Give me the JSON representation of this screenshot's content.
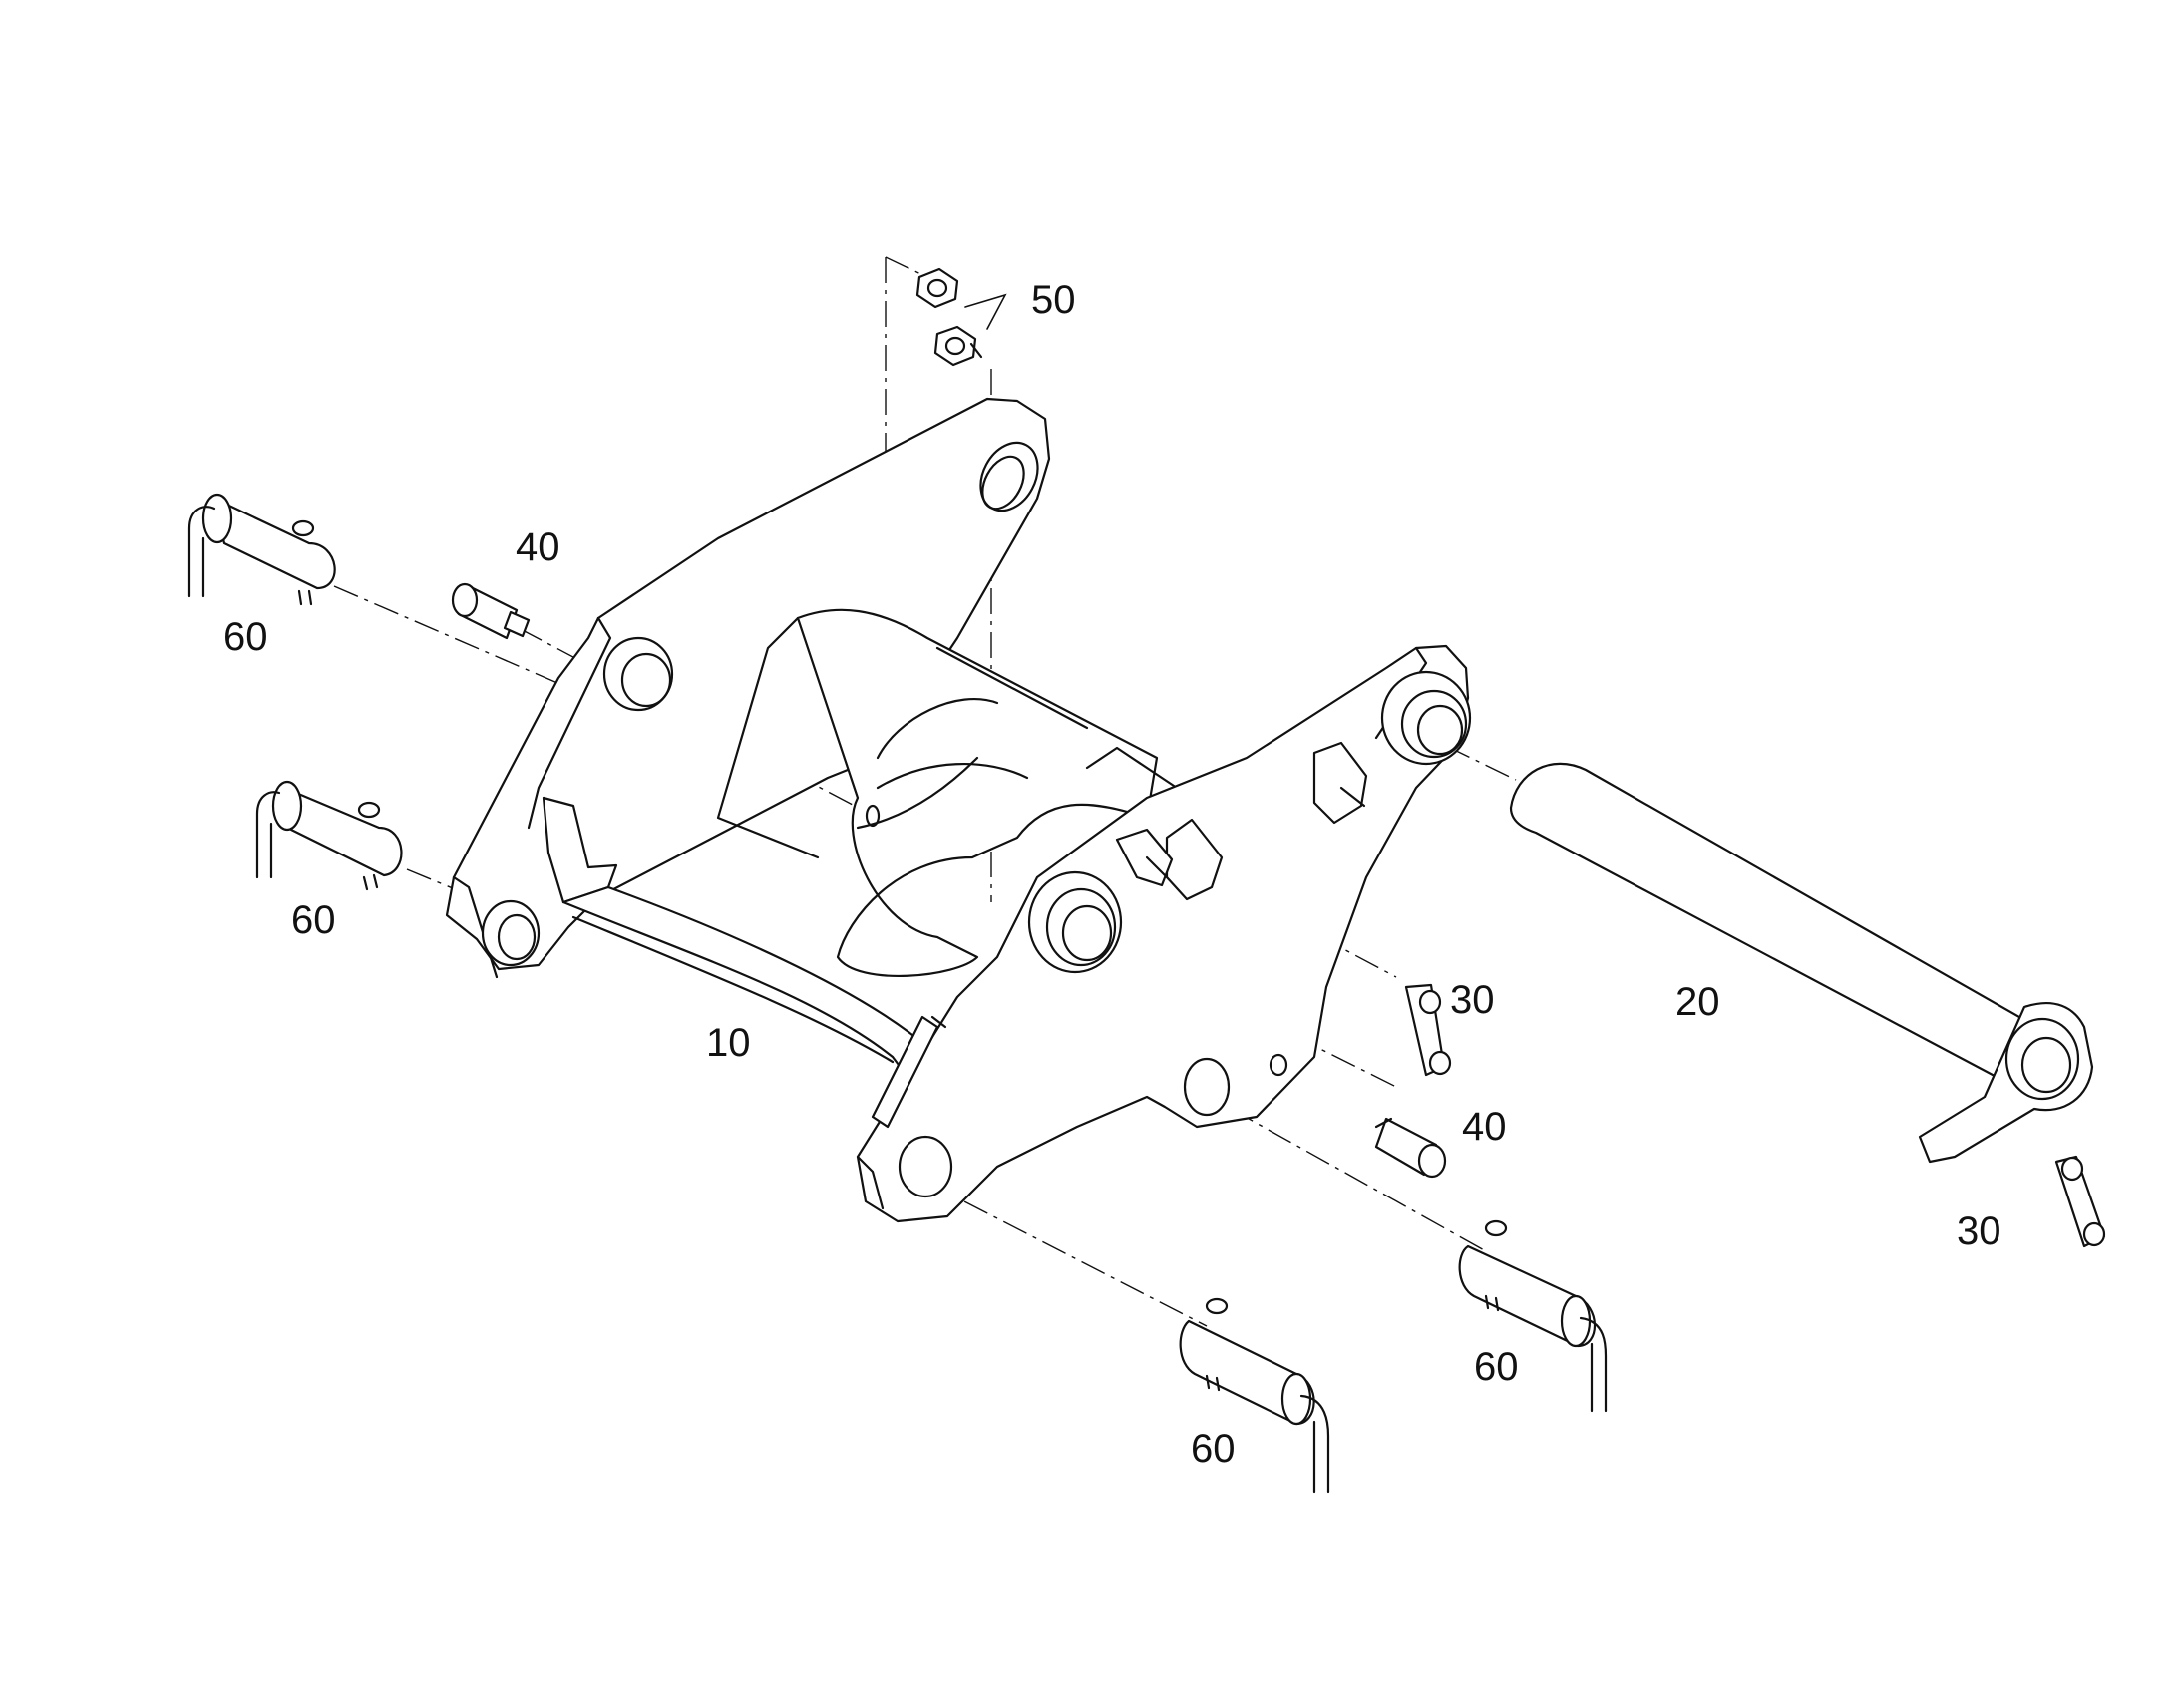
{
  "diagram": {
    "type": "exploded parts diagram",
    "line_color": "#111111",
    "background_color": "#ffffff",
    "callouts": {
      "frame": "10",
      "main_pin": "20",
      "lock_plate_a": "30",
      "lock_plate_b": "30",
      "bolt_a": "40",
      "bolt_b": "40",
      "nuts": "50",
      "pin_a": "60",
      "pin_b": "60",
      "pin_c": "60",
      "pin_d": "60"
    }
  }
}
